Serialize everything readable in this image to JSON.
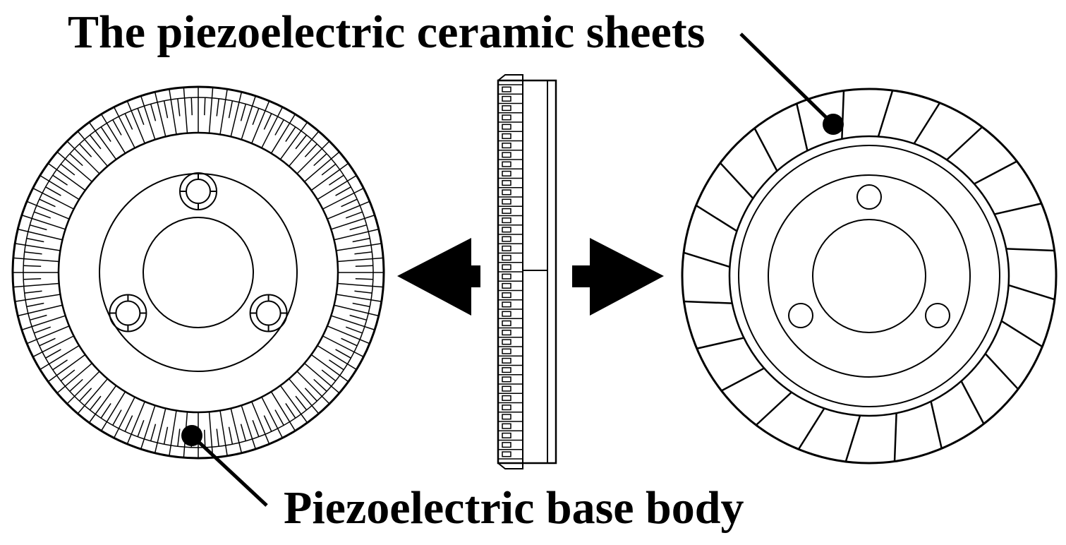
{
  "labels": {
    "ceramic_sheets": "The piezoelectric ceramic sheets",
    "base_body": "Piezoelectric base body"
  },
  "colors": {
    "ink": "#000000",
    "background": "#ffffff"
  },
  "components": {
    "base_body_view": {
      "radial_segments": 80,
      "bolt_holes": 3
    },
    "ceramic_view": {
      "ceramic_sheets": 24,
      "bolt_holes": 3
    },
    "side_view": {
      "teeth": 40
    },
    "arrows": [
      "arrow-left-icon",
      "arrow-right-icon"
    ]
  }
}
